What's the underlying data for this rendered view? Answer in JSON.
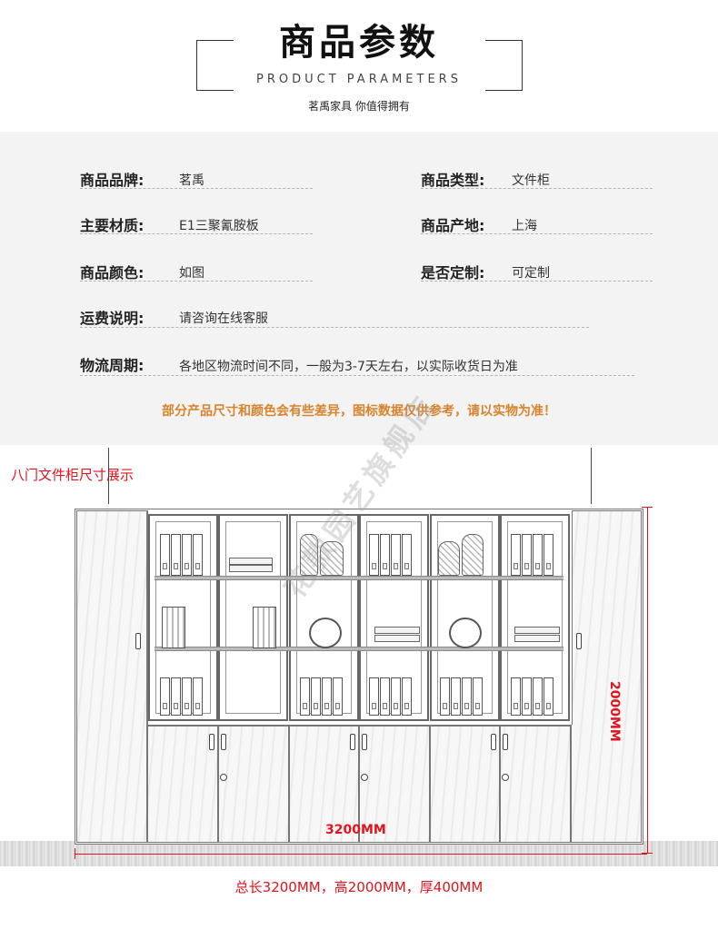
{
  "header": {
    "title": "商品参数",
    "subtitle": "PRODUCT PARAMETERS",
    "slogan": "茗禹家具 你值得拥有"
  },
  "params": {
    "brand_label": "商品品牌:",
    "brand_value": "茗禹",
    "type_label": "商品类型:",
    "type_value": "文件柜",
    "material_label": "主要材质:",
    "material_value": "E1三聚氰胺板",
    "origin_label": "商品产地:",
    "origin_value": "上海",
    "color_label": "商品颜色:",
    "color_value": "如图",
    "custom_label": "是否定制:",
    "custom_value": "可定制",
    "shipping_label": "运费说明:",
    "shipping_value": "请咨询在线客服",
    "logistics_label": "物流周期:",
    "logistics_value": "各地区物流时间不同，一般为3-7天左右，以实际收货日为准",
    "notice": "部分产品尺寸和颜色会有些差异，图标数据仅供参考，请以实物为准！"
  },
  "figure": {
    "caption": "八门文件柜尺寸展示",
    "height_dim": "2000MM",
    "width_dim": "3200MM",
    "total_dim": "总长3200MM，高2000MM，厚400MM",
    "watermark": "花款园艺旗舰店"
  },
  "colors": {
    "accent_red": "#e0141e",
    "notice_orange": "#d8832c",
    "param_bg": "#f3f3f3"
  }
}
